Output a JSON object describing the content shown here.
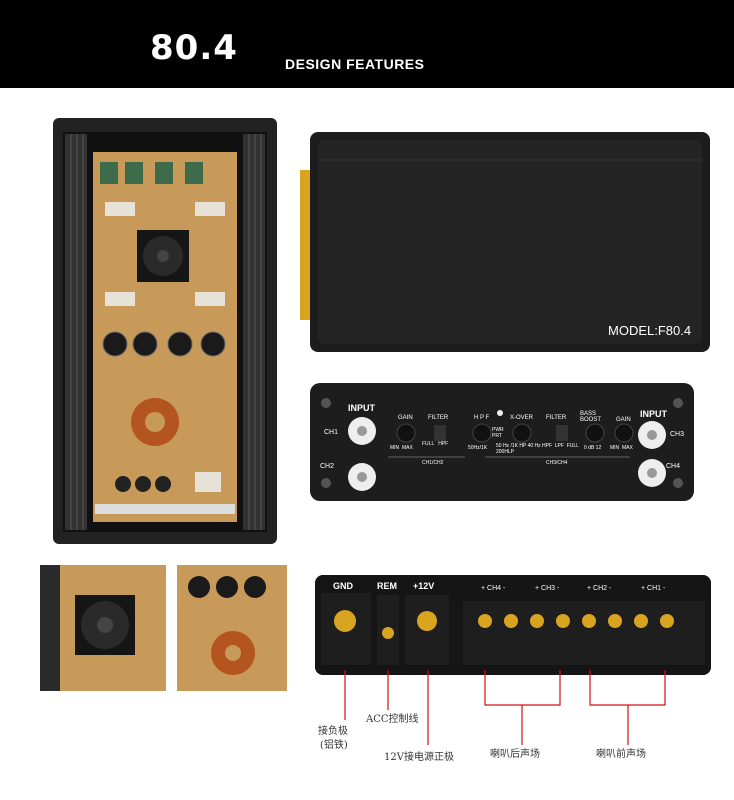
{
  "header": {
    "model": "80.4",
    "subtitle": "DESIGN FEATURES"
  },
  "top_unit": {
    "model_label": "MODEL:F80.4"
  },
  "front_panel": {
    "input_left": "INPUT",
    "input_right": "INPUT",
    "ch1": "CH1",
    "ch2": "CH2",
    "ch3": "CH3",
    "ch4": "CH4",
    "gain_1": "GAIN",
    "gain_1_range": "MIN  MAX",
    "filter_1": "FILTER",
    "filter_1_opts": "FULL   HPF",
    "hpf": "H P F",
    "hpf_range": "50Hz/1K",
    "pwr": "PWR PRT",
    "xover": "X-OVER",
    "xover_range": "50 Hz /1K HP  40 Hz 200HLP",
    "filter_2": "FILTER",
    "filter_2_opts": "HPF  LPF  FULL",
    "bass": "BASS BOOST",
    "bass_range": "0 dB 12",
    "gain_2": "GAIN",
    "gain_2_range": "MIN  MAX",
    "group_left": "CH1/CH2",
    "group_right": "CH3/CH4"
  },
  "terminals": {
    "gnd": "GND",
    "rem": "REM",
    "v12": "+12V",
    "ch4": "+ CH4 -",
    "ch3": "+ CH3 -",
    "ch2": "+ CH2 -",
    "ch1": "+ CH1 -"
  },
  "annotations": {
    "ground": "接负极",
    "ground_sub": "(铝铁)",
    "remote": "ACC控制线",
    "power": "12V接电源正极",
    "rear_speakers": "喇叭后声场",
    "front_speakers": "喇叭前声场"
  },
  "colors": {
    "header_bg": "#000000",
    "board": "#c89a5a",
    "chassis": "#1c1c1c",
    "gold": "#d9a520",
    "line_red": "#d01010"
  }
}
